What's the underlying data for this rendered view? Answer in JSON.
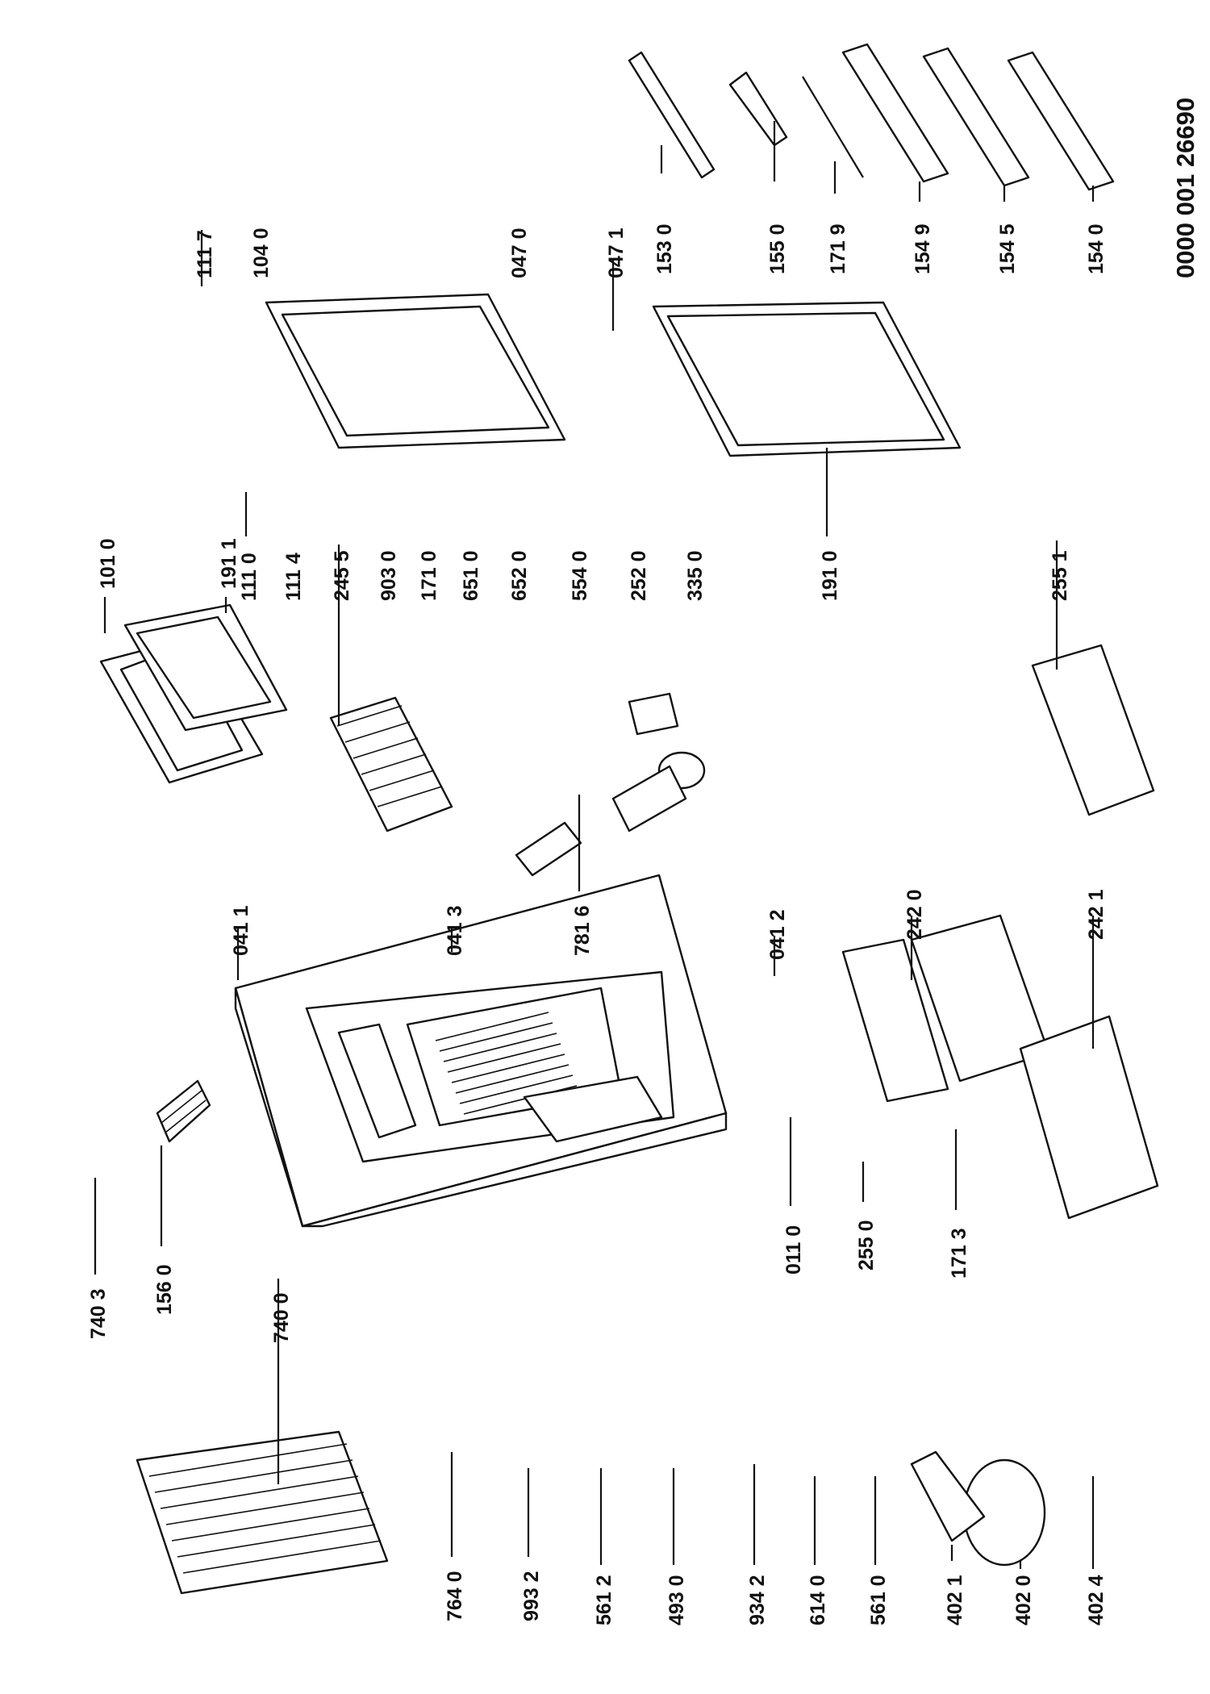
{
  "document_number": "0000  001 26690",
  "part_labels": [
    "740 3",
    "740 0",
    "156 0",
    "041 1",
    "041 3",
    "041 2",
    "011 0",
    "255 0",
    "171 3",
    "242 0",
    "242 1",
    "781 6",
    "101 0",
    "191 1",
    "111 0",
    "111 4",
    "245 5",
    "903 0",
    "171 0",
    "651 0",
    "652 0",
    "554 0",
    "252 0",
    "335 0",
    "191 0",
    "255 1",
    "111 7",
    "104 0",
    "047 0",
    "047 1",
    "153 0",
    "155 0",
    "171 9",
    "154 9",
    "154 5",
    "154 0",
    "764 0",
    "993 2",
    "561 2",
    "493 0",
    "934 2",
    "614 0",
    "561 0",
    "402 1",
    "402 0",
    "402 4"
  ]
}
